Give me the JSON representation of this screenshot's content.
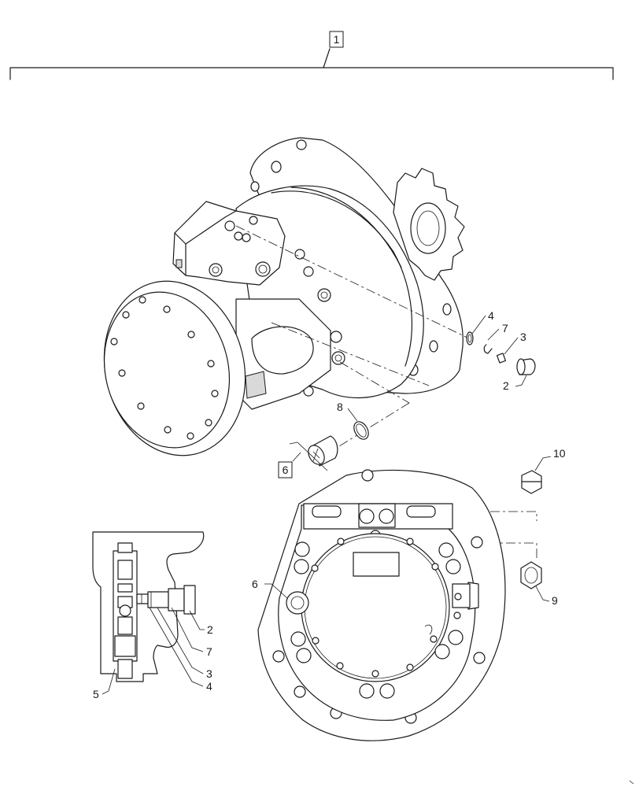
{
  "callouts": {
    "c1": "1",
    "c2a": "2",
    "c3a": "3",
    "c4a": "4",
    "c7a": "7",
    "c8": "8",
    "c6a": "6",
    "c10": "10",
    "c6b": "6",
    "c9": "9",
    "c2b": "2",
    "c7b": "7",
    "c3b": "3",
    "c4b": "4",
    "c5": "5"
  }
}
